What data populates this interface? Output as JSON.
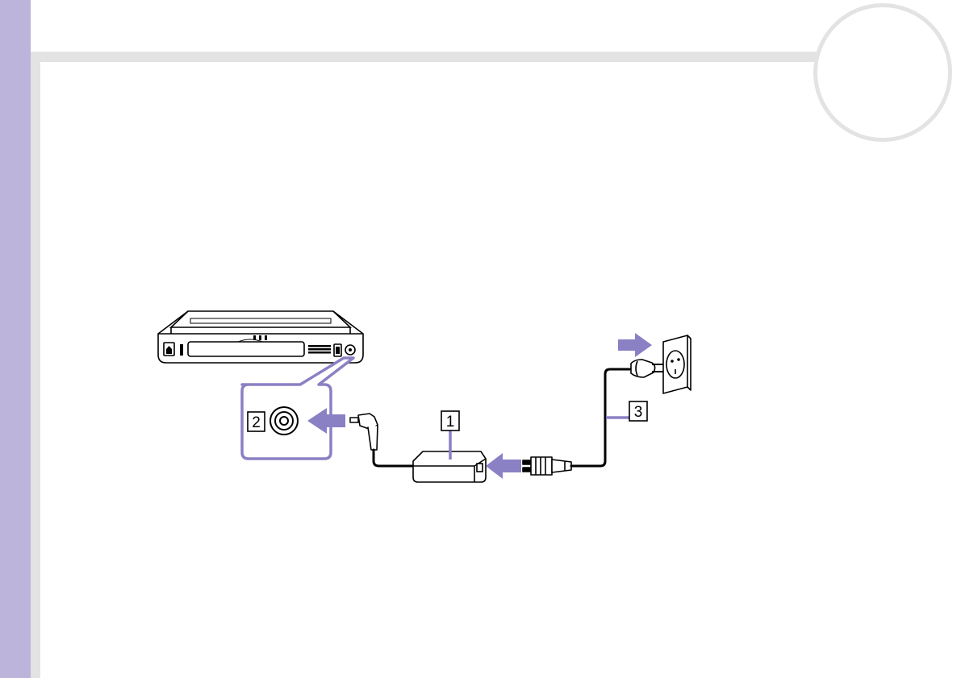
{
  "diagram": {
    "callouts": [
      {
        "number": "1",
        "target": "ac-adapter"
      },
      {
        "number": "2",
        "target": "dc-in-port"
      },
      {
        "number": "3",
        "target": "power-cord"
      }
    ]
  },
  "colors": {
    "accent": "#8a80c4",
    "sidebar": "#bcb4db",
    "divider": "#e3e3e3"
  }
}
